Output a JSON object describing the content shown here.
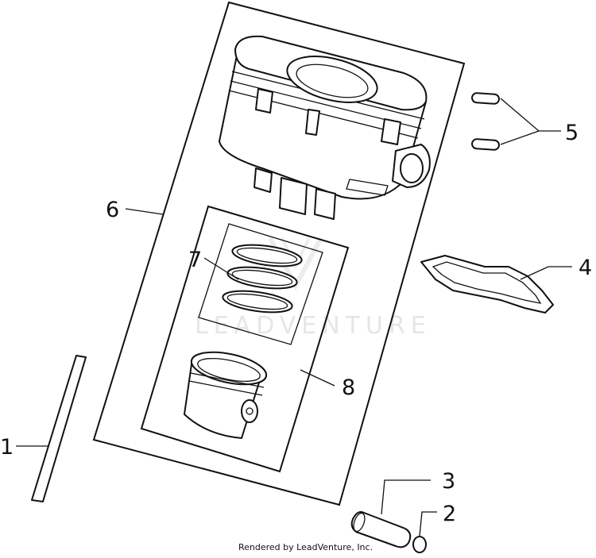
{
  "callouts": {
    "c1": "1",
    "c2": "2",
    "c3": "3",
    "c4": "4",
    "c5": "5",
    "c6": "6",
    "c7": "7",
    "c8": "8"
  },
  "watermark": "LEADVENTURE",
  "credit": "Rendered by LeadVenture, Inc."
}
